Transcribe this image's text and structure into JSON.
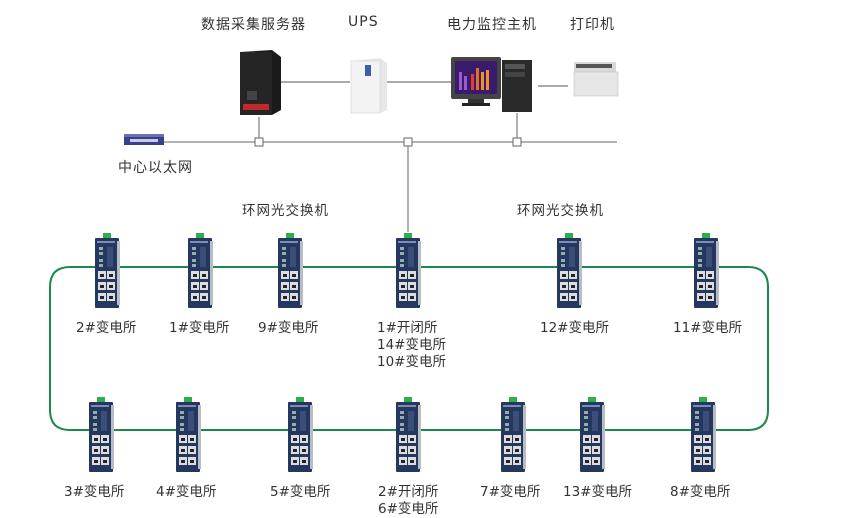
{
  "top_devices": {
    "server": "数据采集服务器",
    "ups": "UPS",
    "monitor_host": "电力监控主机",
    "printer": "打印机",
    "ethernet": "中心以太网"
  },
  "ring_labels": {
    "left": "环网光交换机",
    "right": "环网光交换机"
  },
  "top_row_stations": [
    {
      "lines": [
        "2#变电所"
      ]
    },
    {
      "lines": [
        "1#变电所"
      ]
    },
    {
      "lines": [
        "9#变电所"
      ]
    },
    {
      "lines": [
        "1#开闭所",
        "14#变电所",
        "10#变电所"
      ]
    },
    {
      "lines": [
        "12#变电所"
      ]
    },
    {
      "lines": [
        "11#变电所"
      ]
    }
  ],
  "bottom_row_stations": [
    {
      "lines": [
        "3#变电所"
      ]
    },
    {
      "lines": [
        "4#变电所"
      ]
    },
    {
      "lines": [
        "5#变电所"
      ]
    },
    {
      "lines": [
        "2#开闭所",
        "6#变电所"
      ]
    },
    {
      "lines": [
        "7#变电所"
      ]
    },
    {
      "lines": [
        "13#变电所"
      ]
    },
    {
      "lines": [
        "8#变电所"
      ]
    }
  ],
  "colors": {
    "ring": "#1a8a4a",
    "bus": "#777777",
    "switch_body": "#2a3f6a"
  }
}
